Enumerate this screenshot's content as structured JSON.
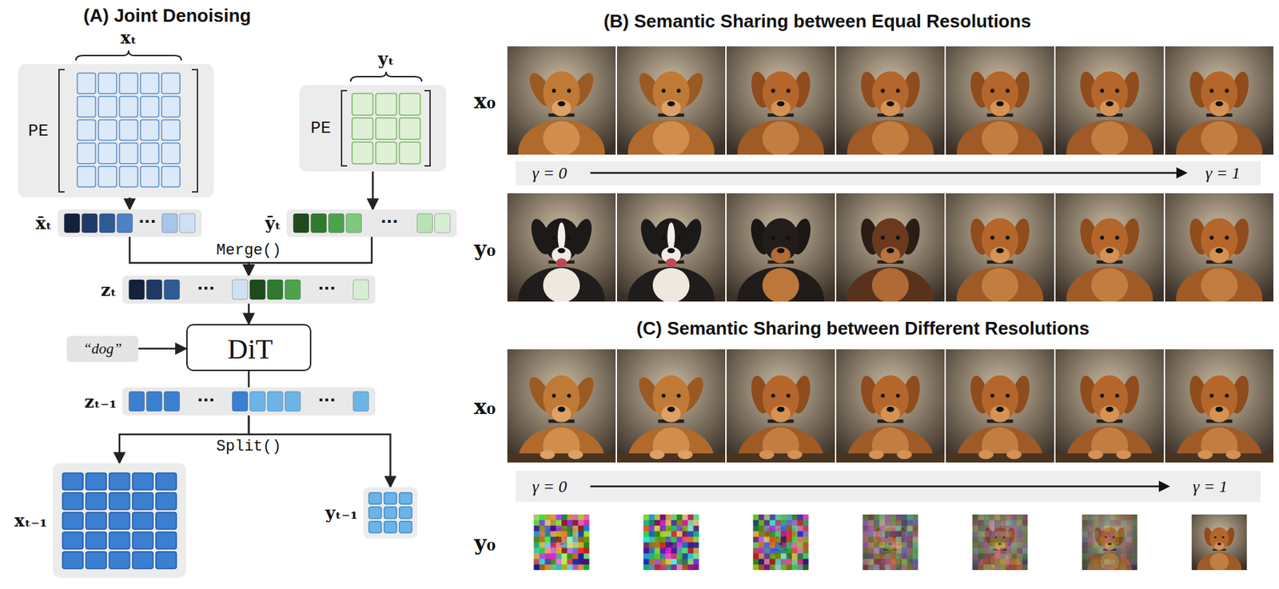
{
  "diagram": {
    "nodes": [
      {
        "text": [
          "xₜ",
          "PE"
        ]
      },
      {
        "text": [
          "yₜ",
          "PE"
        ]
      },
      {
        "text": [
          "x̄ₜ",
          "···"
        ]
      },
      {
        "text": [
          "ȳₜ",
          "···"
        ]
      },
      {
        "text": [
          "zₜ",
          "···",
          "···"
        ]
      },
      {
        "text": [
          "“dog”"
        ]
      },
      {
        "text": [
          "DiT"
        ]
      },
      {
        "text": [
          "zₜ₋₁",
          "···",
          "···"
        ]
      },
      {
        "text": [
          "xₜ₋₁"
        ]
      },
      {
        "text": [
          "yₜ₋₁"
        ]
      }
    ],
    "edges": [
      {
        "from": 0,
        "to": 2,
        "arrow": "to"
      },
      {
        "from": 1,
        "to": 3,
        "arrow": "to"
      },
      {
        "from": 2,
        "to": 4,
        "arrow": "to",
        "label": "Merge()"
      },
      {
        "from": 3,
        "to": 4,
        "arrow": "to"
      },
      {
        "from": 5,
        "to": 6,
        "arrow": "to"
      },
      {
        "from": 4,
        "to": 6,
        "arrow": "to"
      },
      {
        "from": 6,
        "to": 7,
        "arrow": "none"
      },
      {
        "from": 7,
        "to": 8,
        "arrow": "to",
        "label": "Split()"
      },
      {
        "from": 7,
        "to": 9,
        "arrow": "to"
      }
    ],
    "labels": [
      "(A) Joint Denoising",
      "(B) Semantic Sharing between Equal Resolutions",
      "x₀",
      "γ = 0",
      "γ = 1",
      "y₀",
      "(C) Semantic Sharing between Different Resolutions",
      "x₀",
      "γ = 0",
      "γ = 1",
      "y₀"
    ]
  }
}
